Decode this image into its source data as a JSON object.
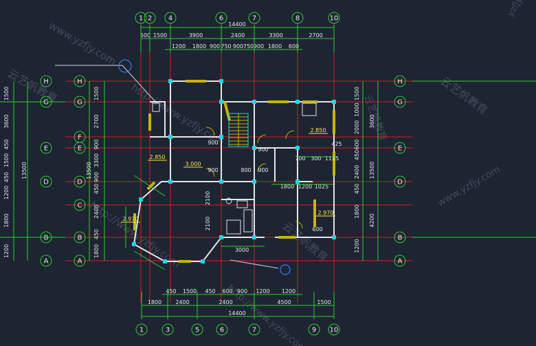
{
  "colors": {
    "background": "#1d2432",
    "dimension_line": "#33cc33",
    "axis_line": "#cc2222",
    "wall": "#e6e6e6",
    "window": "#c8b400",
    "column": "#22d3e6",
    "text": "#e8e8e8",
    "level": "#ffe84a",
    "watermark": "#8a93a8"
  },
  "top_axes": [
    "1",
    "2",
    "4",
    "6",
    "7",
    "8",
    "10"
  ],
  "bottom_axes": [
    "1",
    "3",
    "5",
    "6",
    "7",
    "9",
    "10"
  ],
  "left_axes": [
    "H",
    "G",
    "F",
    "E",
    "D",
    "C",
    "B",
    "A"
  ],
  "right_axes": [
    "H",
    "G",
    "E",
    "D",
    "B",
    "A"
  ],
  "top_total": "14400",
  "bottom_total": "14400",
  "top_row1": [
    "600",
    "1500",
    "3900",
    "2400",
    "3300",
    "2700"
  ],
  "top_row2": [
    "1200",
    "1800",
    "900",
    "750",
    "900",
    "750",
    "900",
    "1800",
    "600"
  ],
  "bottom_row1": [
    "450",
    "1500",
    "450",
    "600",
    "900",
    "1200",
    "1200"
  ],
  "bottom_row2": [
    "1800",
    "2400",
    "2400",
    "4500",
    "1500"
  ],
  "left_outer": [
    "1500",
    "3600",
    "450",
    "1500",
    "450",
    "1200",
    "1800",
    "1200"
  ],
  "left_total": "13500",
  "left_inner": [
    "1500",
    "2700",
    "900",
    "3300",
    "900",
    "450",
    "2400",
    "450",
    "1800"
  ],
  "left_inner_total": "13500",
  "right_outer": [
    "1500",
    "1000",
    "2000",
    "600",
    "450",
    "2400",
    "450",
    "1800",
    "1200"
  ],
  "right_inner": [
    "3600",
    "13500",
    "4200"
  ],
  "interior_dims": [
    "900",
    "900",
    "800",
    "900",
    "1800",
    "1200",
    "1025",
    "700",
    "300",
    "1125",
    "425",
    "2100",
    "2100",
    "3000",
    "600",
    "900"
  ],
  "levels": [
    "2.850",
    "3.000",
    "2.850",
    "2.970",
    "2.970"
  ],
  "watermarks": [
    "www.yzfjy.com",
    "云艺帆教育",
    "http://www.yzfjy.com",
    "云艺帆教育",
    "yzfjy",
    "云艺帆教育",
    "http://www.yzfjy.com",
    "云艺帆教育",
    "http://www.yzfjy.com",
    "www.yzfjy.com"
  ]
}
